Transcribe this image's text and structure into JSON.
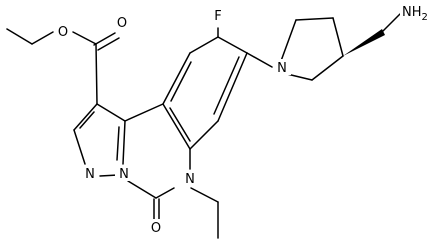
{
  "structure": {
    "atoms": {
      "o_ester_alkoxy": "O",
      "o_carbonyl_top": "O",
      "fluorine": "F",
      "n_pyrrolidine": "N",
      "nh2": "NH2",
      "n_quinaz": "N",
      "n_pyrazole_1": "N",
      "n_pyrazole_2": "N",
      "o_carbonyl_bottom": "O"
    }
  }
}
